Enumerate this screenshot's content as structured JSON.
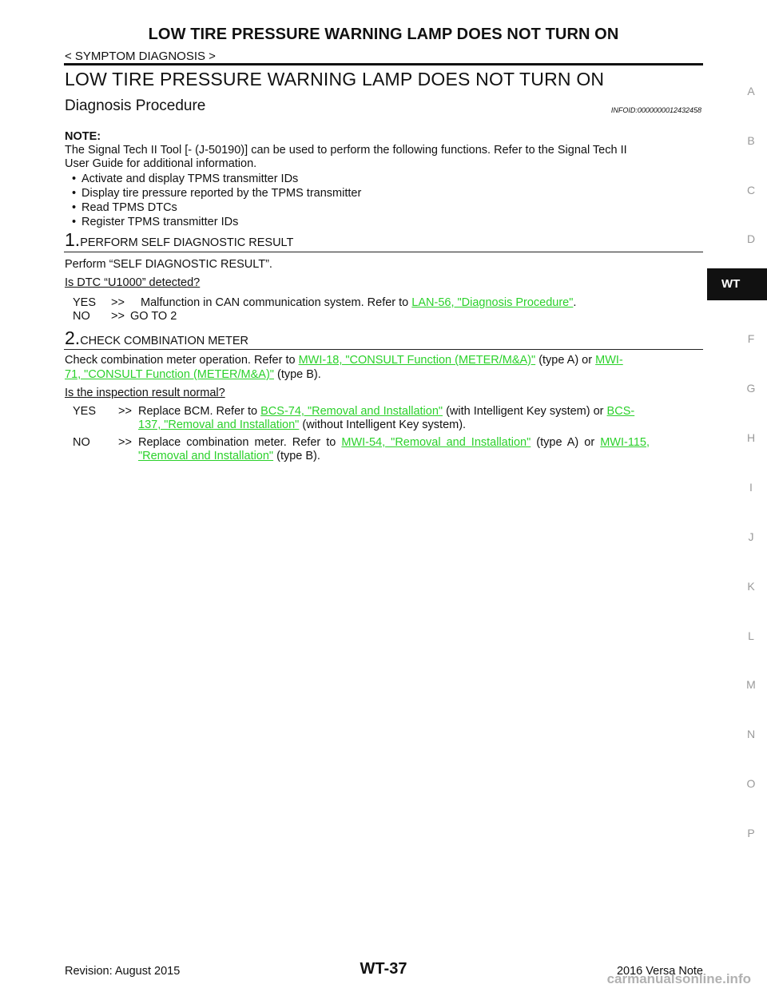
{
  "header": {
    "title": "LOW TIRE PRESSURE WARNING LAMP DOES NOT TURN ON",
    "section": "< SYMPTOM DIAGNOSIS >"
  },
  "heading": "LOW TIRE PRESSURE WARNING LAMP DOES NOT TURN ON",
  "subheading": "Diagnosis Procedure",
  "info_id": "INFOID:0000000012432458",
  "note": {
    "label": "NOTE:",
    "line1": "The Signal Tech II Tool [- (J-50190)] can be used to perform the following functions. Refer to the Signal Tech II",
    "line2": "User Guide for additional information.",
    "bullets": [
      "Activate and display TPMS transmitter IDs",
      "Display tire pressure reported by the TPMS transmitter",
      "Read TPMS DTCs",
      "Register TPMS transmitter IDs"
    ]
  },
  "step1": {
    "number": "1.",
    "title": "PERFORM SELF DIAGNOSTIC RESULT",
    "instruction": "Perform “SELF DIAGNOSTIC RESULT”.",
    "question": "Is DTC “U1000” detected?",
    "yes_label": "YES",
    "yes_arrow": ">>",
    "yes_text": "Malfunction in CAN communication system. Refer to",
    "yes_link": "LAN-56, \"Diagnosis Procedure\"",
    "yes_end": ".",
    "no_label": "NO",
    "no_arrow": ">>",
    "no_text": "GO TO 2"
  },
  "step2": {
    "number": "2.",
    "title": "CHECK COMBINATION METER",
    "instruction_start": "Check combination meter operation. Refer to",
    "link_a": "MWI-18, \"CONSULT Function (METER/M&A)\"",
    "mid": "(type A) or",
    "link_b1": "MWI-",
    "link_b2": "71, \"CONSULT Function (METER/M&A)\"",
    "end": "(type B).",
    "question": "Is the inspection result normal?",
    "yes_label": "YES",
    "yes_arrow": ">>",
    "yes_text": "Replace BCM. Refer to",
    "yes_link1": "BCS-74, \"Removal and Installation\"",
    "yes_mid": "(with Intelligent Key system) or",
    "yes_link2a": "BCS-",
    "yes_link2b": "137, \"Removal and Installation\"",
    "yes_end": "(without Intelligent Key system).",
    "no_label": "NO",
    "no_arrow": ">>",
    "no_text": "Replace combination meter. Refer to",
    "no_link1": "MWI-54, \"Removal and Installation\"",
    "no_mid": "(type A) or",
    "no_link2a": "MWI-115,",
    "no_link2b": "\"Removal and Installation\"",
    "no_end": "(type B)."
  },
  "side_index": [
    "A",
    "B",
    "C",
    "D",
    "F",
    "G",
    "H",
    "I",
    "J",
    "K",
    "L",
    "M",
    "N",
    "O",
    "P"
  ],
  "side_tab": "WT",
  "footer": {
    "revision": "Revision: August 2015",
    "page": "WT-37",
    "model": "2016 Versa Note"
  },
  "watermark": "carmanualsonline.info",
  "colors": {
    "link": "#2bd12b",
    "text": "#111111",
    "tab_bg": "#111111"
  }
}
